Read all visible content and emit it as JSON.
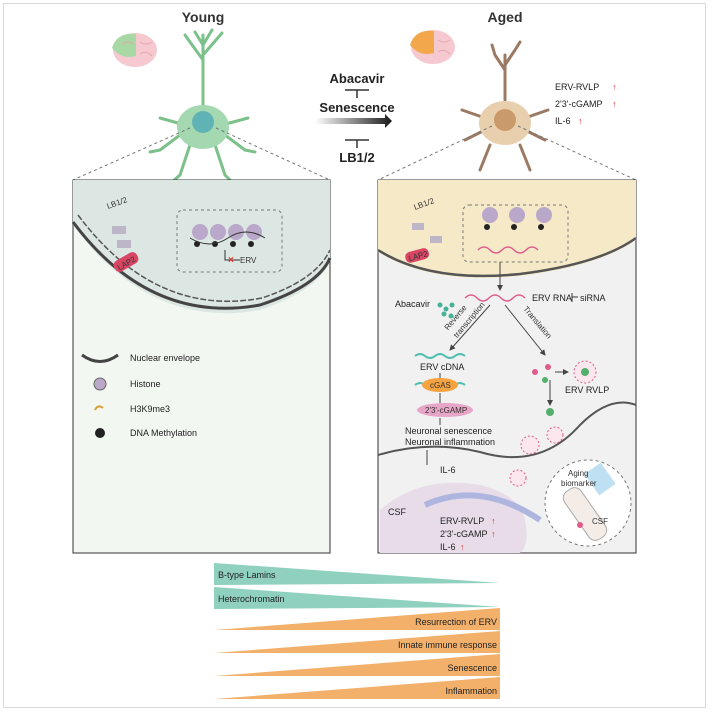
{
  "headers": {
    "young": "Young",
    "aged": "Aged"
  },
  "center": {
    "abacavir": "Abacavir",
    "senescence": "Senescence",
    "lb": "LB1/2"
  },
  "aged_markers": [
    "ERV-RVLP",
    "2'3'-cGAMP",
    "IL-6"
  ],
  "young_panel": {
    "lb": "LB1/2",
    "lap2": "LAP2",
    "erv": "ERV",
    "legend": [
      {
        "icon": "nuclear-envelope-icon",
        "label": "Nuclear envelope"
      },
      {
        "icon": "histone-icon",
        "label": "Histone"
      },
      {
        "icon": "h3k9me3-icon",
        "label": "H3K9me3"
      },
      {
        "icon": "dna-methylation-icon",
        "label": "DNA Methylation"
      }
    ]
  },
  "aged_panel": {
    "lb": "LB1/2",
    "lap2": "LAP2",
    "abacavir": "Abacavir",
    "erv_rna": "ERV RNA",
    "sirna": "siRNA",
    "reverse": "Reverse",
    "transcription": "transcription",
    "translation": "Translation",
    "erv_cdna": "ERV cDNA",
    "cgas": "cGAS",
    "cgamp": "2'3'-cGAMP",
    "senescence": "Neuronal senescence",
    "inflammation": "Neuronal inflammation",
    "il6": "IL-6",
    "erv_rvlp": "ERV RVLP",
    "csf": "CSF",
    "csf_markers": [
      "ERV-RVLP",
      "2'3'-cGAMP",
      "IL-6"
    ],
    "aging_biomarker": [
      "Aging",
      "biomarker"
    ],
    "csf2": "CSF"
  },
  "trends": {
    "decreasing": [
      "B-type Lamins",
      "Heterochromatin"
    ],
    "increasing": [
      "Resurrection of ERV",
      "Innate immune response",
      "Senescence",
      "Inflammation"
    ]
  },
  "colors": {
    "decrease": "#8fd1be",
    "increase": "#f2b06b",
    "young_nucleus": "#e3ece8",
    "aged_cell": "#f6e9c8",
    "red_arrow": "#e0302e"
  }
}
